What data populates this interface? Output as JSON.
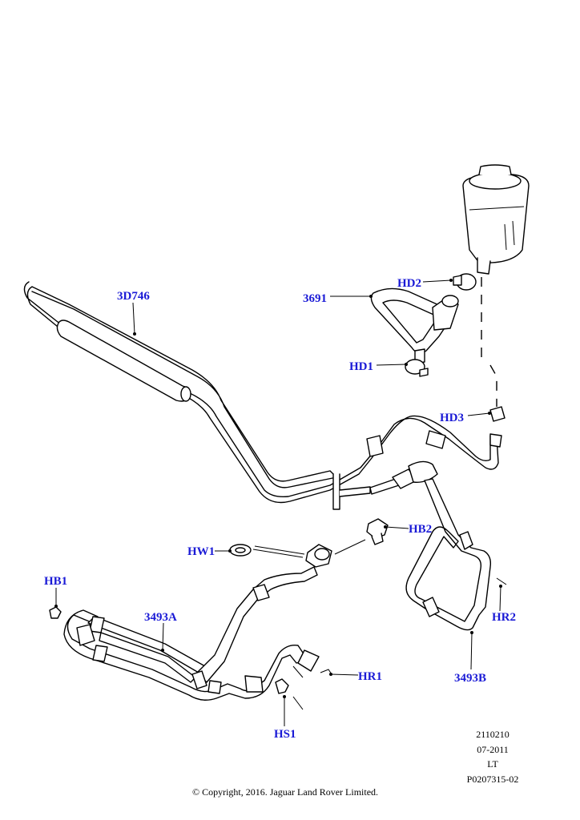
{
  "callouts": {
    "d3746": "3D746",
    "p3691": "3691",
    "hd2": "HD2",
    "hd1": "HD1",
    "hd3": "HD3",
    "hb2": "HB2",
    "hw1": "HW1",
    "hb1": "HB1",
    "p3493a": "3493A",
    "hr2": "HR2",
    "hr1": "HR1",
    "p3493b": "3493B",
    "hs1": "HS1"
  },
  "meta": {
    "line1": "2110210",
    "line2": "07-2011",
    "line3": "LT",
    "line4": "P0207315-02"
  },
  "footer": {
    "copyright": "© Copyright, 2016. Jaguar Land Rover Limited."
  },
  "colors": {
    "callout": "#1a1ad6",
    "line": "#000000",
    "background": "#ffffff"
  }
}
